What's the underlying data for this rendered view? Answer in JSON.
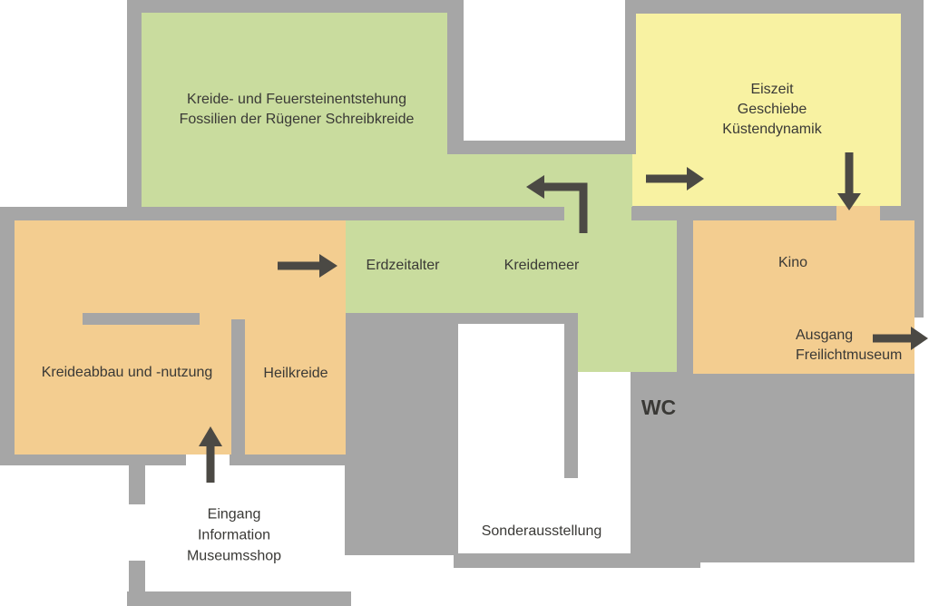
{
  "title": "Museum floor plan",
  "colors": {
    "background": "#ffffff",
    "wall": "#a6a6a6",
    "room_green": "#c9dc9e",
    "room_yellow": "#f8f2a2",
    "room_orange": "#f3cd90",
    "arrow": "#4b4944",
    "text": "#3a3936"
  },
  "rooms": {
    "kreide_feuerstein": {
      "label": "Kreide- und Feuersteinentstehung\nFossilien der Rügener Schreibkreide",
      "color": "#c9dc9e"
    },
    "eiszeit": {
      "label": "Eiszeit\nGeschiebe\nKüstendynamik",
      "color": "#f8f2a2"
    },
    "erdzeitalter": {
      "label": "Erdzeitalter",
      "color": "#c9dc9e"
    },
    "kreidemeer": {
      "label": "Kreidemeer",
      "color": "#c9dc9e"
    },
    "kino": {
      "label": "Kino",
      "color": "#f3cd90"
    },
    "kreideabbau": {
      "label": "Kreideabbau und -nutzung",
      "color": "#f3cd90"
    },
    "heilkreide": {
      "label": "Heilkreide",
      "color": "#f3cd90"
    },
    "wc": {
      "label": "WC",
      "color": "#a6a6a6"
    },
    "sonderausstellung": {
      "label": "Sonderausstellung",
      "color": "#ffffff"
    },
    "eingang": {
      "label": "Eingang\nInformation\nMuseumsshop",
      "color": "#ffffff"
    },
    "ausgang": {
      "label": "Ausgang\nFreilichtmuseum",
      "color": "#f3cd90"
    }
  },
  "arrows": [
    {
      "name": "arrow-entrance-up",
      "direction": "up",
      "meaning": "entrance into Kreideabbau room"
    },
    {
      "name": "arrow-into-erdzeitalter",
      "direction": "right",
      "meaning": "from Kreideabbau into Erdzeitalter"
    },
    {
      "name": "arrow-kreidemeer-left",
      "direction": "left-bend",
      "meaning": "from Kreidemeer up and left into upper hall"
    },
    {
      "name": "arrow-into-eiszeit",
      "direction": "right",
      "meaning": "into Eiszeit room"
    },
    {
      "name": "arrow-into-kino",
      "direction": "down",
      "meaning": "from Eiszeit down into Kino"
    },
    {
      "name": "arrow-exit-right",
      "direction": "right",
      "meaning": "exit to Freilichtmuseum"
    }
  ]
}
